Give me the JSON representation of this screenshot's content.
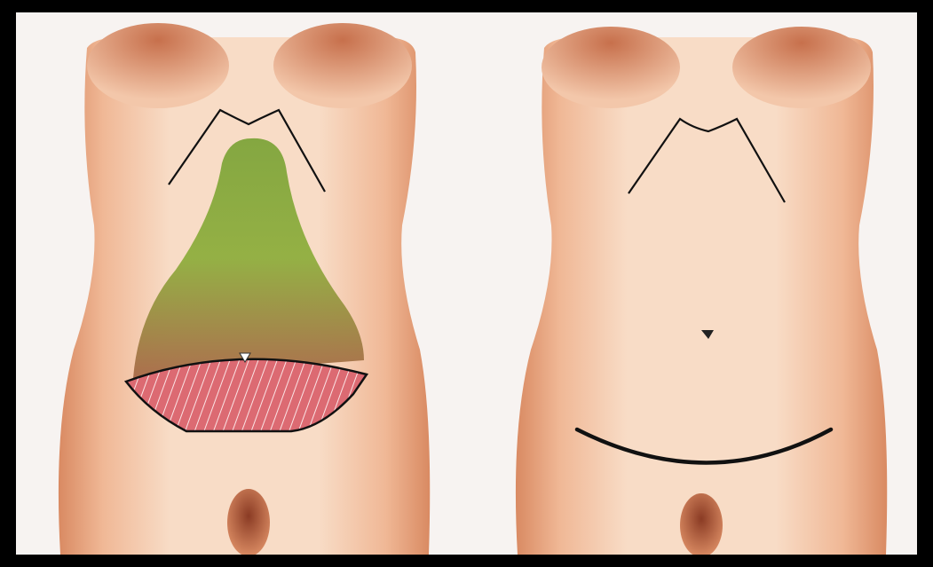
{
  "image": {
    "kind": "medical illustration",
    "panels": [
      {
        "id": "before",
        "markings": [
          "rib-margin-line",
          "liposuction-zone",
          "excision-zone",
          "navel"
        ]
      },
      {
        "id": "after",
        "markings": [
          "rib-margin-line",
          "navel",
          "incision-scar"
        ]
      }
    ]
  },
  "colors": {
    "frame": "#000000",
    "background": "#f7f3f1",
    "skin": "#f6d2b9",
    "skin_shadow": "#d98a62",
    "liposuction_zone": "#7ba33a",
    "excision_zone": "#d9646c",
    "outline": "#111111"
  }
}
